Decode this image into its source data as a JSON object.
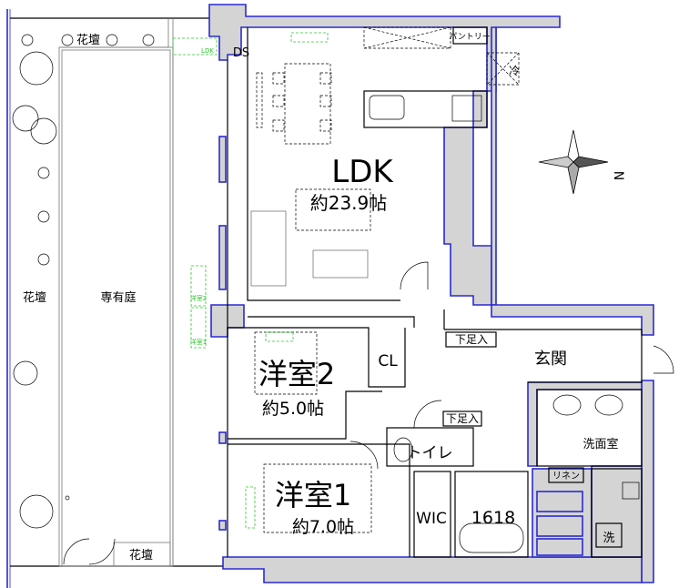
{
  "plan": {
    "rooms": {
      "ldk": {
        "name": "LDK",
        "size": "約23.9帖"
      },
      "room2": {
        "name": "洋室2",
        "size": "約5.0帖"
      },
      "room1": {
        "name": "洋室1",
        "size": "約7.0帖"
      },
      "closet": "CL",
      "entrance": "玄関",
      "washroom": "洗面室",
      "toilet": "トイレ",
      "wic": "WIC",
      "bath": "1618",
      "washer": "洗",
      "linen": "リネン",
      "shoe_closet_1": "下足入",
      "shoe_closet_2": "下足入",
      "pantry": "パントリー",
      "fridge": "冷",
      "ds": "DS"
    },
    "exterior": {
      "flower_bed_top": "花壇",
      "flower_bed_left": "花壇",
      "flower_bed_bottom": "花壇",
      "private_garden": "専有庭"
    },
    "ac_labels": {
      "ldk": "LDK",
      "room2": "洋室2",
      "room1": "洋室1"
    },
    "compass": {
      "north_label": "N"
    },
    "colors": {
      "wall_outline": "#2a2ad0",
      "wall_fill": "#d4d4d4",
      "ac_unit": "#2fc62f"
    }
  }
}
